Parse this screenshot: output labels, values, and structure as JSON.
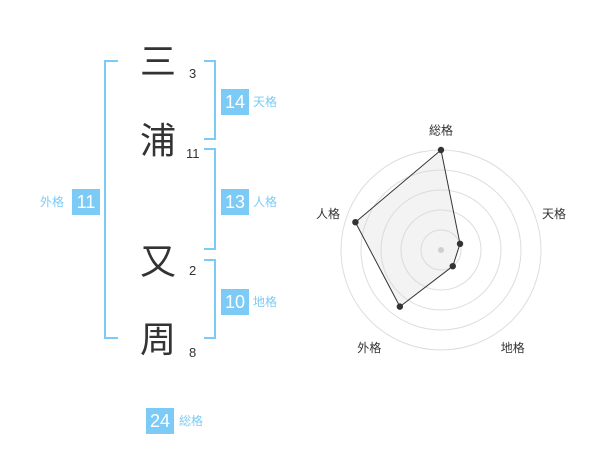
{
  "name": {
    "chars": [
      {
        "char": "三",
        "strokes": "3"
      },
      {
        "char": "浦",
        "strokes": "11"
      },
      {
        "char": "又",
        "strokes": "2"
      },
      {
        "char": "周",
        "strokes": "8"
      }
    ]
  },
  "fortunes": {
    "tenkaku": {
      "value": "14",
      "label": "天格"
    },
    "jinkaku": {
      "value": "13",
      "label": "人格"
    },
    "chikaku": {
      "value": "10",
      "label": "地格"
    },
    "gaikaku": {
      "value": "11",
      "label": "外格"
    },
    "soukaku": {
      "value": "24",
      "label": "総格"
    }
  },
  "colors": {
    "accent": "#7ccbf6",
    "text": "#333333"
  },
  "chart_data": {
    "type": "radar",
    "axes": [
      "総格",
      "天格",
      "地格",
      "外格",
      "人格"
    ],
    "values": [
      5,
      1,
      1,
      3.5,
      4.5
    ],
    "range": [
      0,
      5
    ],
    "rings": 5
  }
}
